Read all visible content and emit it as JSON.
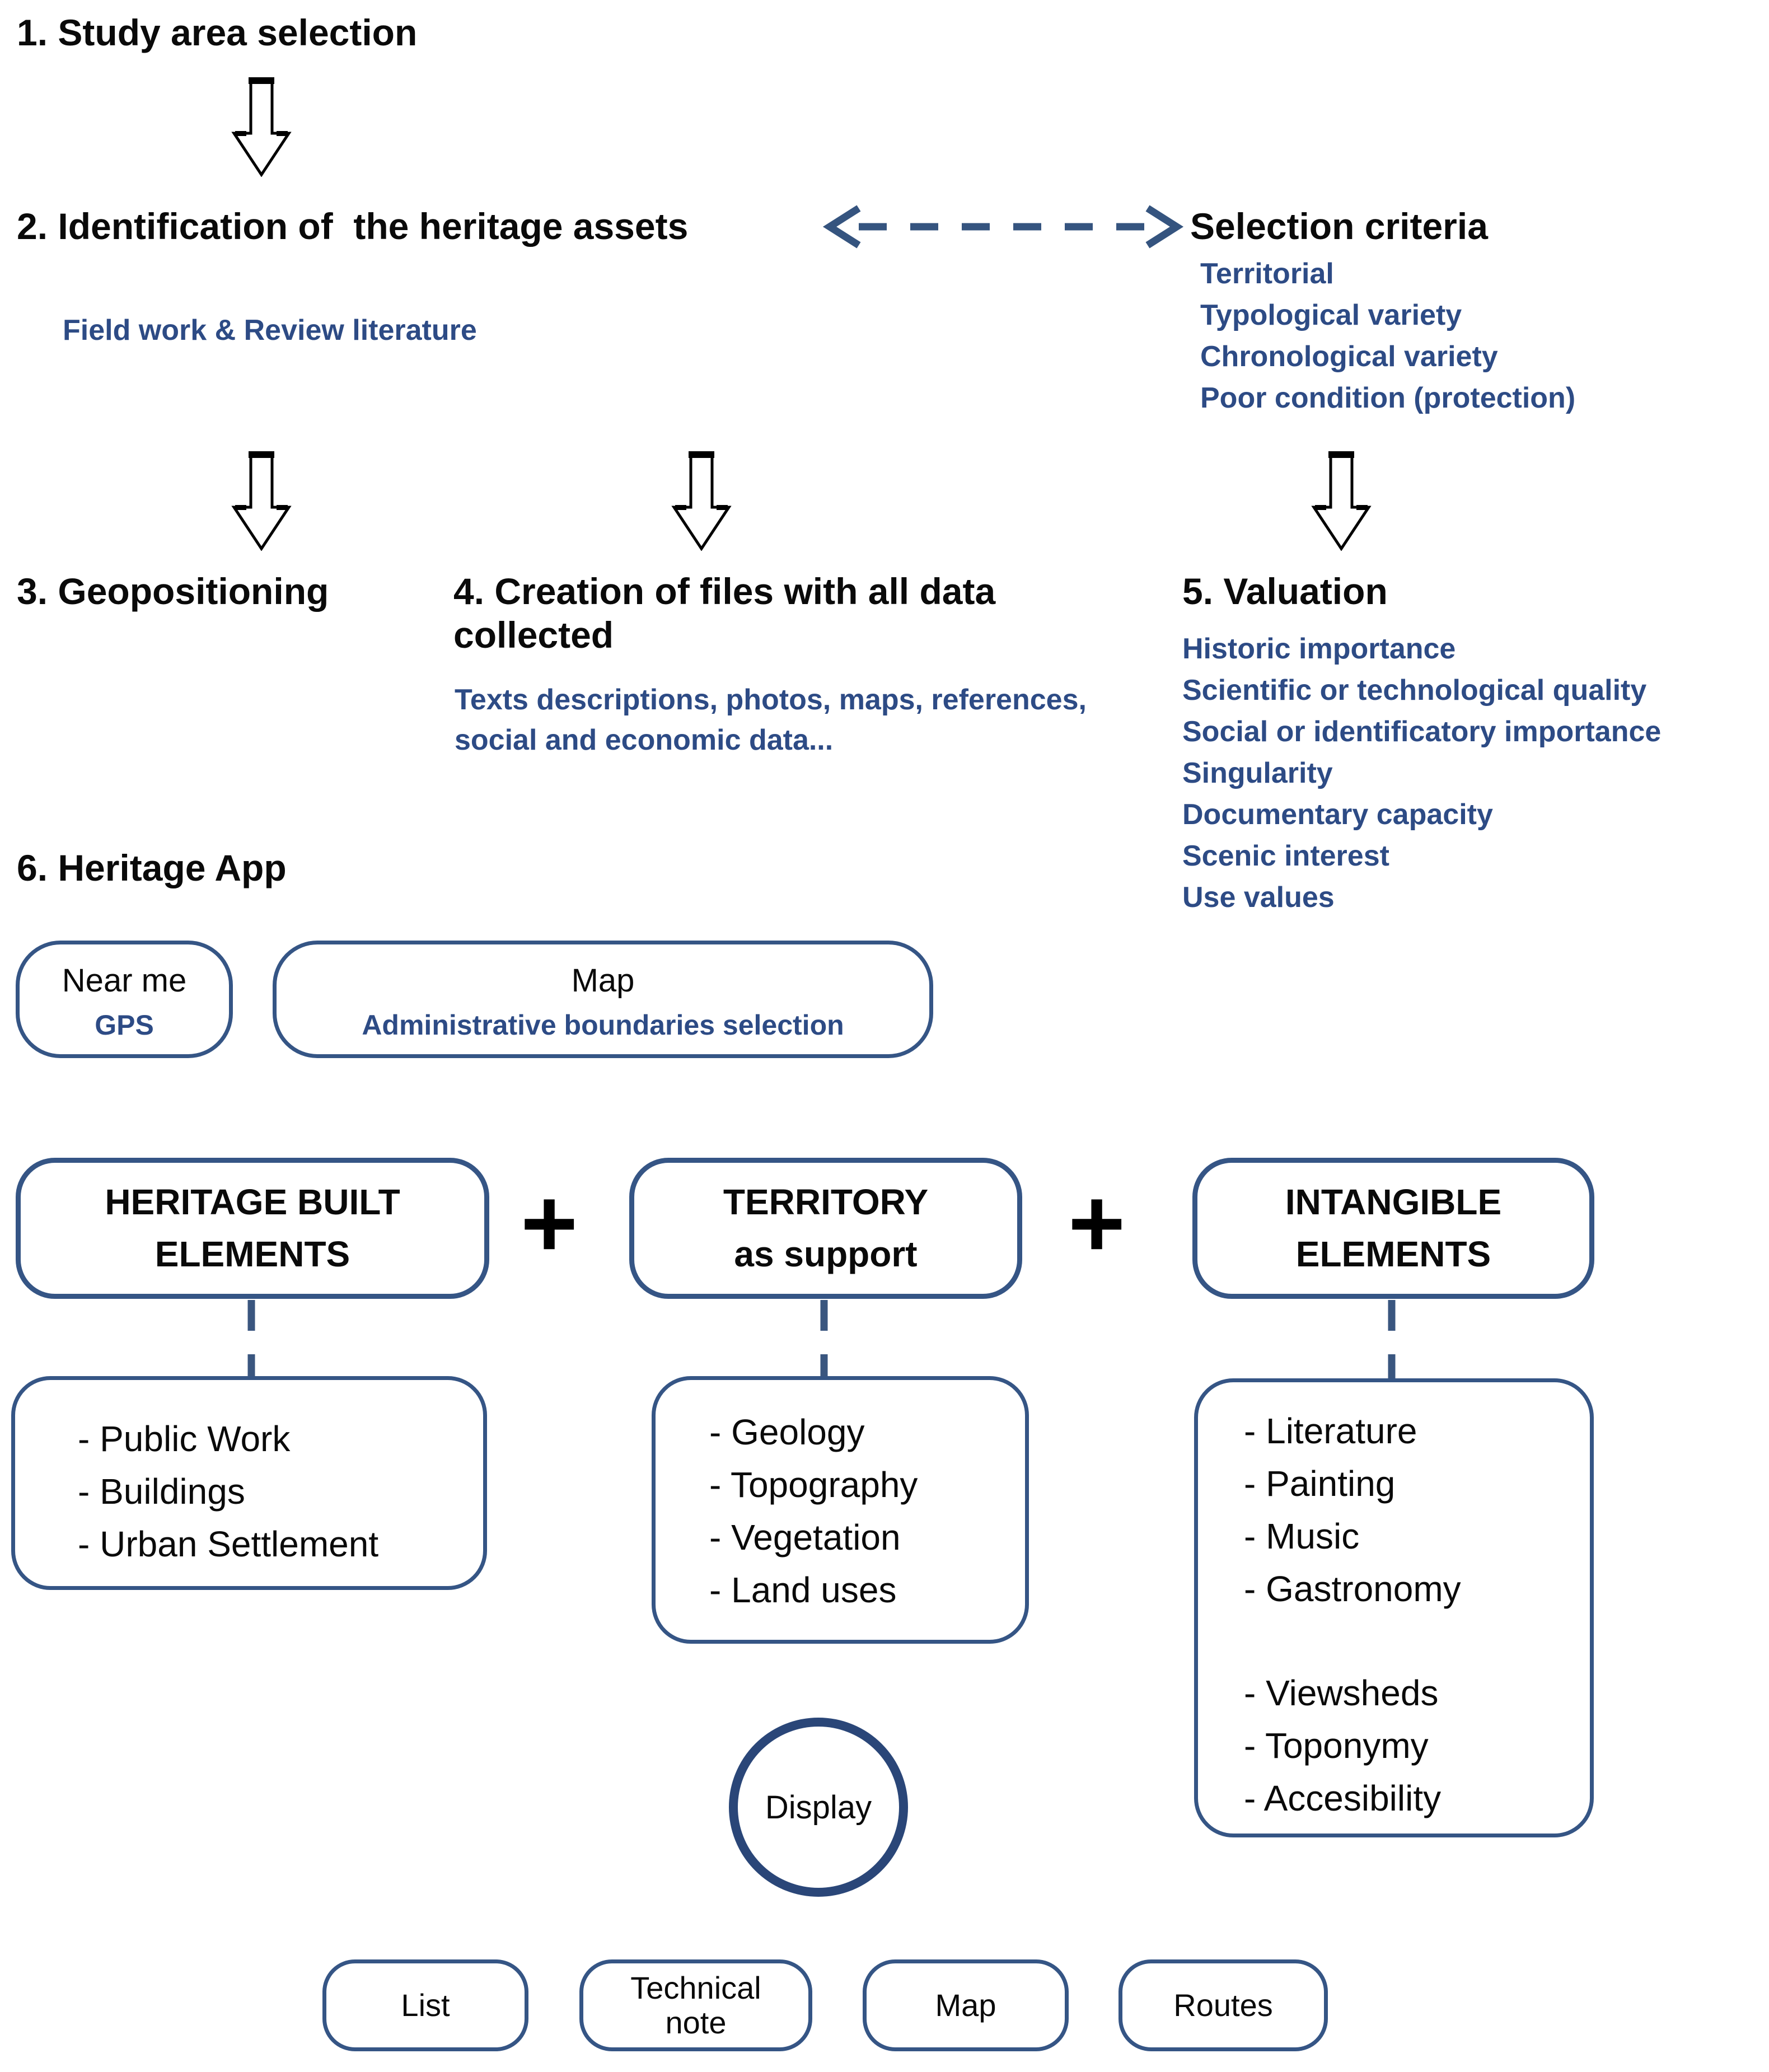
{
  "colors": {
    "blue_text": "#2d4b85",
    "border_blue": "#355585",
    "dash_blue": "#3a567f",
    "circle_blue": "#2a4678",
    "black": "#0a0a0a"
  },
  "steps": {
    "step1": {
      "title": "1. Study area selection"
    },
    "step2": {
      "title": "2. Identification of  the heritage assets",
      "note": "Field work & Review literature"
    },
    "selection_criteria": {
      "title": "Selection criteria",
      "items": [
        "Territorial",
        "Typological variety",
        "Chronological variety",
        "Poor condition (protection)"
      ]
    },
    "step3": {
      "title": "3. Geopositioning"
    },
    "step4": {
      "title": "4. Creation of files with all data collected",
      "note": "Texts descriptions, photos, maps, references, social and economic data..."
    },
    "step5": {
      "title": "5. Valuation",
      "items": [
        "Historic importance",
        "Scientific or technological quality",
        "Social or identificatory importance",
        "Singularity",
        "Documentary capacity",
        "Scenic interest",
        "Use values"
      ]
    },
    "step6": {
      "title": "6. Heritage App"
    }
  },
  "app": {
    "near_me": {
      "title": "Near me",
      "subtitle": "GPS"
    },
    "map": {
      "title": "Map",
      "subtitle": "Administrative boundaries selection"
    },
    "plus": "+",
    "categories": [
      {
        "title_line1": "HERITAGE BUILT",
        "title_line2": "ELEMENTS",
        "items": [
          "- Public Work",
          "- Buildings",
          "- Urban Settlement"
        ]
      },
      {
        "title_line1": "TERRITORY",
        "title_line2": "as support",
        "items": [
          "- Geology",
          "- Topography",
          "- Vegetation",
          "- Land uses"
        ]
      },
      {
        "title_line1": "INTANGIBLE",
        "title_line2": "ELEMENTS",
        "items_primary": [
          "- Literature",
          "- Painting",
          "- Music",
          "- Gastronomy"
        ],
        "items_secondary": [
          "- Viewsheds",
          "- Toponymy",
          "- Accesibility"
        ]
      }
    ],
    "display": {
      "label": "Display"
    },
    "outputs": [
      "List",
      "Technical note",
      "Map",
      "Routes"
    ]
  }
}
